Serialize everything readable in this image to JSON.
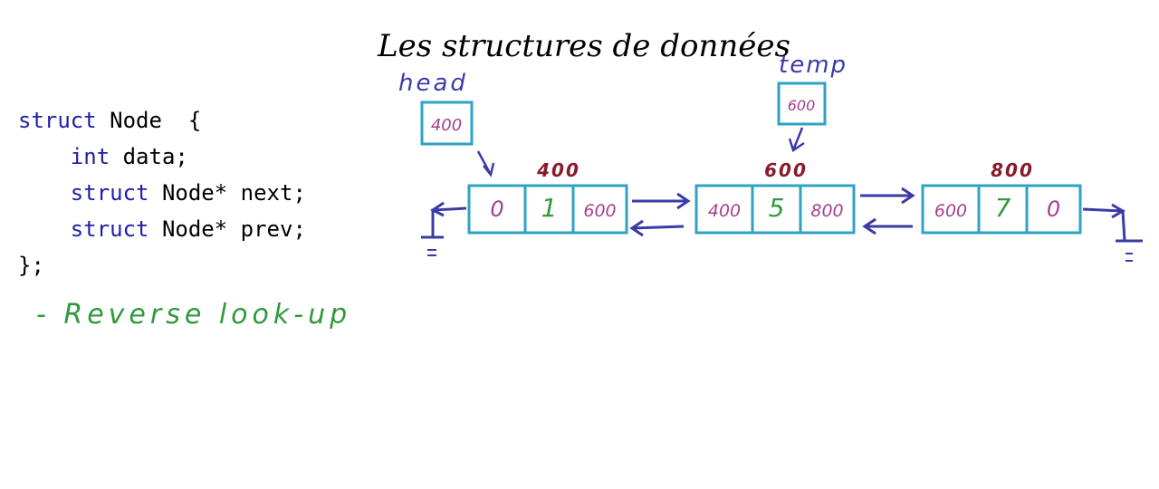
{
  "title": "Les structures de données",
  "code": {
    "lines": [
      {
        "kw": "struct",
        "rest": " Node  {"
      },
      {
        "kw": "    int",
        "rest": " data;"
      },
      {
        "kw": "    struct",
        "rest": " Node* next;"
      },
      {
        "kw": "    struct",
        "rest": " Node* prev;"
      },
      {
        "kw": "",
        "rest": "};"
      }
    ]
  },
  "note": "- Reverse look-up",
  "diagram": {
    "head": {
      "label": "head",
      "value": "400"
    },
    "temp": {
      "label": "temp",
      "value": "600"
    },
    "nodes": [
      {
        "address": "400",
        "prev": "0",
        "data": "1",
        "next": "600"
      },
      {
        "address": "600",
        "prev": "400",
        "data": "5",
        "next": "800"
      },
      {
        "address": "800",
        "prev": "600",
        "data": "7",
        "next": "0"
      }
    ]
  },
  "colors": {
    "box": "#2ea3c4",
    "arrow": "#3b3ba8",
    "pointer_value": "#a5418e",
    "data_value": "#2f9a3c",
    "address": "#8a1a2c",
    "note": "#2f9a3c",
    "keyword": "#1f1fa8"
  }
}
